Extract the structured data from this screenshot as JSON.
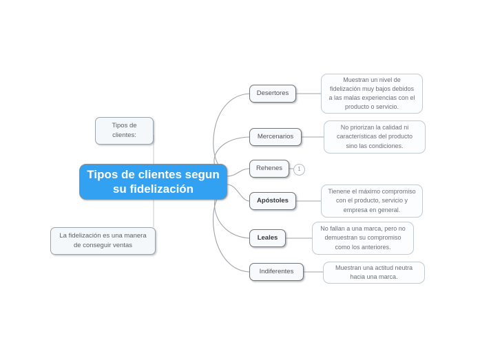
{
  "diagram": {
    "type": "mind-map",
    "root": {
      "label": "Tipos de clientes segun su fidelización",
      "color": "#33a1f2",
      "text_color": "#ffffff"
    },
    "notes": [
      {
        "label": "Tipos de clientes:"
      },
      {
        "label": "La fidelización es una manera de conseguir ventas"
      }
    ],
    "branches": [
      {
        "label": "Desertores",
        "bold": false,
        "description": "Muestran un nivel de fidelización muy bajos debidos a las malas experiencias con el producto o servicio."
      },
      {
        "label": "Mercenarios",
        "bold": false,
        "description": "No priorizan la calidad ni características del producto sino las condiciones."
      },
      {
        "label": "Rehenes",
        "bold": false,
        "badge": "1",
        "description": ""
      },
      {
        "label": "Apóstoles",
        "bold": true,
        "description": "Tienene el máximo compromiso con el producto, servicio y empresa en general."
      },
      {
        "label": "Leales",
        "bold": true,
        "description": "No fallan a una marca, pero no demuestran su compromiso como los anteriores."
      },
      {
        "label": "Indiferentes",
        "bold": false,
        "description": "Muestran una actitud neutra hacia una marca."
      }
    ],
    "edge_color": "#9ea4aa"
  }
}
